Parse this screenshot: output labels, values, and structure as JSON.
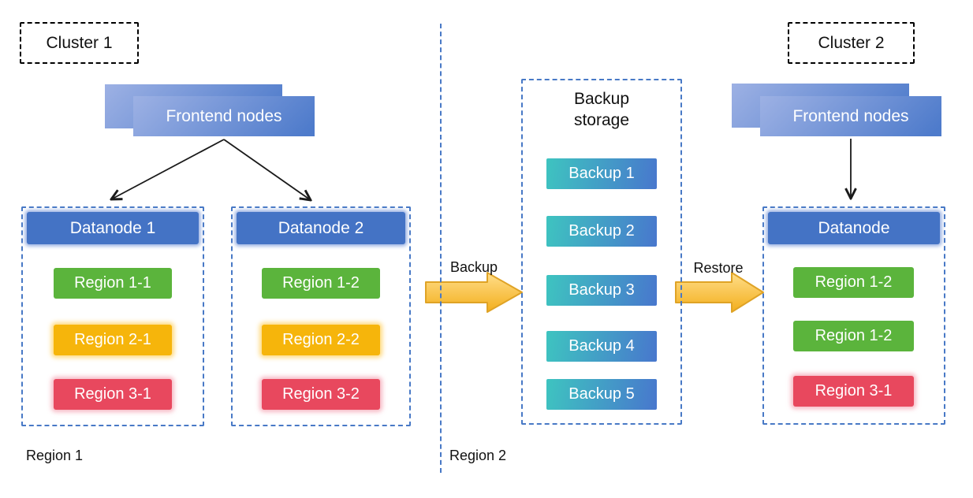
{
  "colors": {
    "primary_blue": "#4472C4",
    "zone_dashed_border": "#4879C6",
    "cluster_dashed_border": "#000000",
    "frontend_gradient_start": "#9DB1E4",
    "frontend_gradient_end": "#4E7BCB",
    "region_green": "#5BB43C",
    "region_amber": "#F6B50B",
    "region_red": "#E8485E",
    "backup_gradient_start": "#3EC4C0",
    "backup_gradient_end": "#4877CD",
    "flow_arrow_gold": "#F5B50A",
    "connector_black": "#1A1A1A"
  },
  "cluster1": {
    "label": "Cluster 1",
    "frontend_label": "Frontend nodes",
    "region_label": "Region 1",
    "datanodes": [
      {
        "title": "Datanode 1",
        "regions": [
          {
            "label": "Region 1-1",
            "color": "green"
          },
          {
            "label": "Region 2-1",
            "color": "amber"
          },
          {
            "label": "Region 3-1",
            "color": "red"
          }
        ]
      },
      {
        "title": "Datanode 2",
        "regions": [
          {
            "label": "Region 1-2",
            "color": "green"
          },
          {
            "label": "Region 2-2",
            "color": "amber"
          },
          {
            "label": "Region 3-2",
            "color": "red"
          }
        ]
      }
    ]
  },
  "backup_zone": {
    "region_label": "Region 2",
    "storage_title": "Backup storage",
    "backups": [
      "Backup 1",
      "Backup 2",
      "Backup 3",
      "Backup 4",
      "Backup 5"
    ],
    "backup_arrow_label": "Backup",
    "restore_arrow_label": "Restore"
  },
  "cluster2": {
    "label": "Cluster 2",
    "frontend_label": "Frontend nodes",
    "datanode": {
      "title": "Datanode",
      "regions": [
        {
          "label": "Region 1-2",
          "color": "green"
        },
        {
          "label": "Region 1-2",
          "color": "green"
        },
        {
          "label": "Region 3-1",
          "color": "red"
        }
      ]
    }
  }
}
